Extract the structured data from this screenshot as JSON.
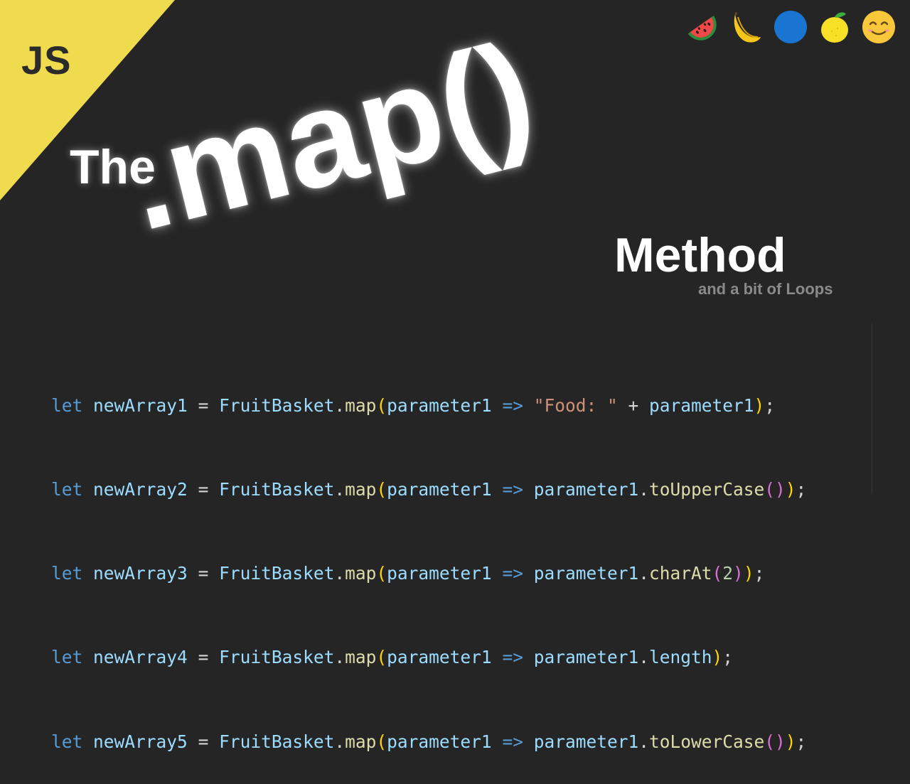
{
  "badge": {
    "label": "JS",
    "color": "#f0db4f"
  },
  "emoji_icons": [
    "watermelon-icon",
    "banana-icon",
    "blue-circle-icon",
    "lemon-icon",
    "smiling-face-icon"
  ],
  "title": {
    "the": "The",
    "map": ".map()",
    "method": "Method",
    "subtitle": "and a bit of Loops"
  },
  "code": {
    "keyword": "let",
    "object": "FruitBasket",
    "method": "map",
    "param": "parameter1",
    "lines": [
      {
        "var": "newArray1",
        "string": "\"Food: \""
      },
      {
        "var": "newArray2",
        "call": "toUpperCase"
      },
      {
        "var": "newArray3",
        "call": "charAt",
        "arg": "2"
      },
      {
        "var": "newArray4",
        "prop": "length"
      },
      {
        "var": "newArray5",
        "call": "toLowerCase"
      }
    ]
  },
  "colors": {
    "background": "#252526",
    "keyword": "#569cd6",
    "variable": "#9cdcfe",
    "function": "#dcdcaa",
    "string": "#ce9178",
    "number": "#b5cea8"
  }
}
